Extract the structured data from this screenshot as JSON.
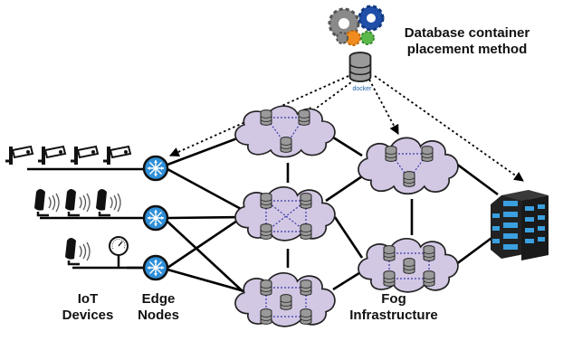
{
  "labels": {
    "method_line1": "Database container",
    "method_line2": "placement method",
    "iot_line1": "IoT",
    "iot_line2": "Devices",
    "edge_line1": "Edge",
    "edge_line2": "Nodes",
    "fog_line1": "Fog",
    "fog_line2": "Infrastructure",
    "docker": "docker"
  },
  "icons": {
    "gears": "gears-icon",
    "database": "database-stack-icon",
    "camera": "security-camera-icon",
    "sensor": "wireless-sensor-icon",
    "gauge": "pressure-gauge-icon",
    "router": "router-icon",
    "cloud": "cloud-icon",
    "server": "server-rack-icon"
  },
  "colors": {
    "cloud_fill": "#d3c8e4",
    "cloud_stroke": "#222222",
    "router_fill": "#2f8fd8",
    "link": "#000000",
    "dotted": "#000000",
    "gear_blue": "#1f4fa8",
    "gear_gray": "#8a8a8a",
    "gear_orange": "#f08c1e",
    "gear_green": "#5bb84a",
    "server_blue": "#3aa0e0"
  }
}
